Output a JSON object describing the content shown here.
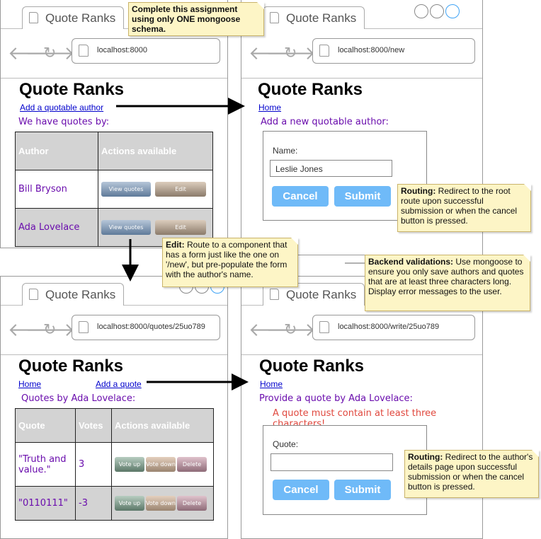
{
  "app_title": "Quote Ranks",
  "win1": {
    "tab_title": "Quote Ranks",
    "url": "localhost:8000",
    "heading": "Quote Ranks",
    "link_add": "Add a quotable author",
    "subtitle": "We have quotes by:",
    "table_headers": [
      "Author",
      "Actions available"
    ],
    "rows": [
      {
        "author": "Bill Bryson",
        "view_label": "View quotes",
        "edit_label": "Edit"
      },
      {
        "author": "Ada Lovelace",
        "view_label": "View quotes",
        "edit_label": "Edit"
      }
    ]
  },
  "win2": {
    "tab_title": "Quote Ranks",
    "url": "localhost:8000/new",
    "heading": "Quote Ranks",
    "link_home": "Home",
    "subtitle": "Add a new quotable author:",
    "name_label": "Name:",
    "name_value": "Leslie Jones",
    "cancel_label": "Cancel",
    "submit_label": "Submit"
  },
  "win3": {
    "tab_title": "Quote Ranks",
    "url": "localhost:8000/quotes/25uo789",
    "heading": "Quote Ranks",
    "link_home": "Home",
    "link_add_quote": "Add a quote",
    "subtitle": "Quotes by Ada Lovelace:",
    "table_headers": [
      "Quote",
      "Votes",
      "Actions available"
    ],
    "rows": [
      {
        "quote": "\"Truth and value.\"",
        "votes": "3",
        "up": "Vote up",
        "down": "Vote down",
        "del": "Delete"
      },
      {
        "quote": "\"0110111\"",
        "votes": "-3",
        "up": "Vote up",
        "down": "Vote down",
        "del": "Delete"
      }
    ]
  },
  "win4": {
    "tab_title": "Quote Ranks",
    "url": "localhost:8000/write/25uo789",
    "heading": "Quote Ranks",
    "link_home": "Home",
    "subtitle": "Provide a quote by Ada Lovelace:",
    "error": "A quote must contain at least three characters!",
    "quote_label": "Quote:",
    "quote_value": "",
    "cancel_label": "Cancel",
    "submit_label": "Submit"
  },
  "notes": {
    "schema": "Complete this assignment using only ONE mongoose schema.",
    "routing1_title": "Routing:",
    "routing1_body": "Redirect to the root route upon successful submission or when the cancel button is pressed.",
    "edit_title": "Edit:",
    "edit_body": "Route to a component that has a form just like the one on '/new', but pre-populate the form with the author's name.",
    "backend_title": "Backend validations:",
    "backend_body": "Use mongoose to ensure you only save authors and quotes that are at least three characters long. Display error messages to the user.",
    "routing2_title": "Routing:",
    "routing2_body": "Redirect to the author's details page upon successful submission or when the cancel button is pressed."
  },
  "colors": {
    "link": "#0000cc",
    "purple_text": "#6a0dad",
    "error": "#e0483e",
    "primary_button": "#6fbaf8",
    "note_bg": "#fdf5c6"
  },
  "icons": [
    "back-arrow-icon",
    "forward-arrow-icon",
    "reload-icon",
    "page-icon",
    "window-control-icon"
  ]
}
